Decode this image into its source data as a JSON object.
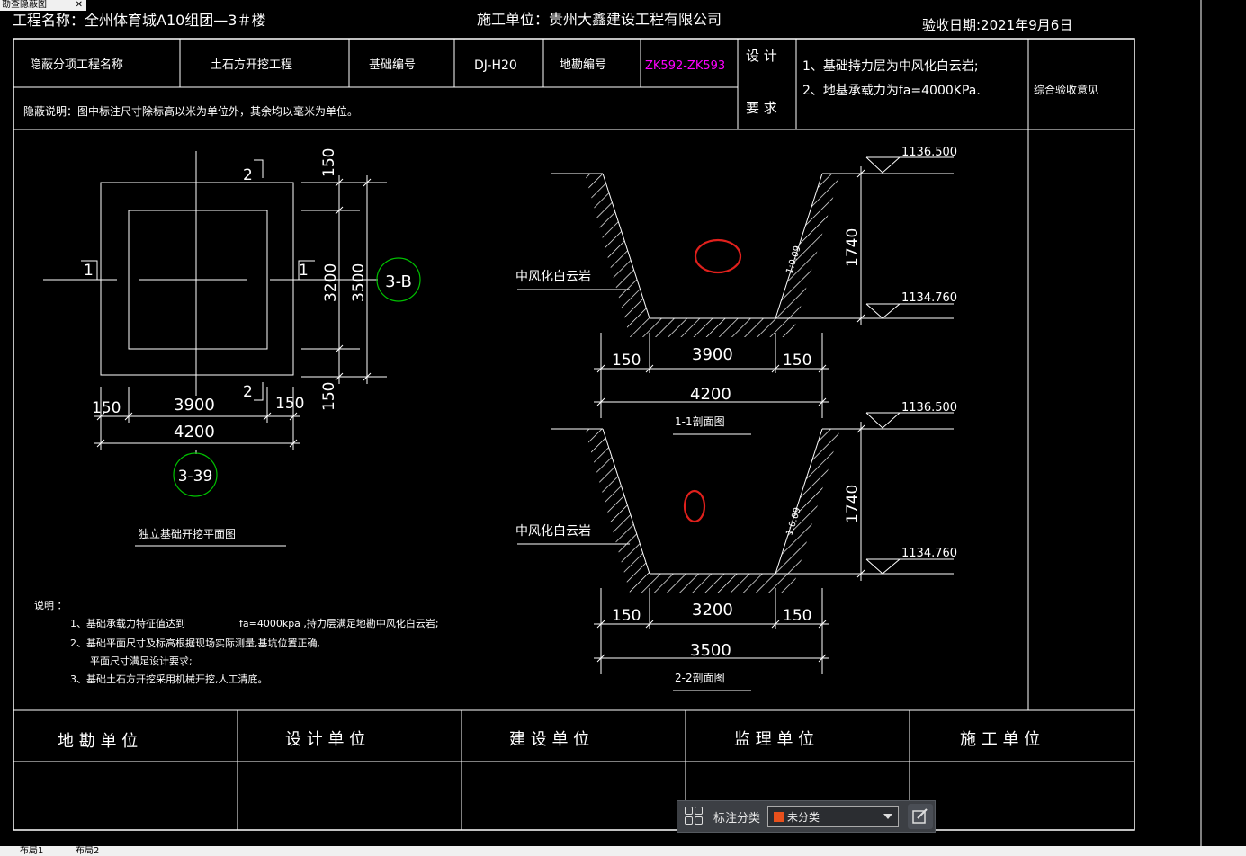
{
  "window": {
    "tab_title": "勘查隐蔽图",
    "close_glyph": "✕"
  },
  "header": {
    "project_name": "工程名称：全州体育城A10组团—3＃楼",
    "construction_unit": "施工单位：贵州大鑫建设工程有限公司",
    "acceptance_date": "验收日期:2021年9月6日"
  },
  "info_table": {
    "item_label": "隐蔽分项工程名称",
    "item_value": "土石方开挖工程",
    "foundation_no_label": "基础编号",
    "foundation_no_value": "DJ-H20",
    "survey_no_label": "地勘编号",
    "survey_no_value": "ZK592-ZK593",
    "design_label_1": "设 计",
    "design_label_2": "要 求",
    "design_req_1": "1、基础持力层为中风化白云岩;",
    "design_req_2": "2、地基承载力为fa=4000KPa.",
    "opinion_label": "综合验收意见",
    "note": "隐蔽说明：图中标注尺寸除标高以米为单位外，其余均以毫米为单位。"
  },
  "plan_view": {
    "dim_top": "150",
    "dim_mid": "3200",
    "dim_outer": "3500",
    "dim_bottom": "150",
    "dim_left": "150",
    "dim_inner": "3900",
    "dim_right": "150",
    "dim_total": "4200",
    "sec_mark_1_left": "1",
    "sec_mark_1_right": "1",
    "sec_mark_2_top": "2",
    "sec_mark_2_bottom": "2",
    "axis_right": "3-B",
    "axis_bottom": "3-39",
    "title": "独立基础开挖平面图"
  },
  "notes": {
    "heading": "说明 ：",
    "line1": "1、基础承载力特征值达到",
    "line1b": "fa=4000kpa ,持力层满足地勘中风化白云岩;",
    "line2": "2、基础平面尺寸及标高根据现场实际测量,基坑位置正确,",
    "line2b": "平面尺寸满足设计要求;",
    "line3": "3、基础土石方开挖采用机械开挖,人工清底。"
  },
  "section_1": {
    "elev_top": "1136.500",
    "elev_bottom": "1134.760",
    "depth": "1740",
    "slope": "1:0.09",
    "rock_label": "中风化白云岩",
    "dim_left": "150",
    "dim_bottom": "3900",
    "dim_right": "150",
    "dim_total": "4200",
    "title": "1-1剖面图"
  },
  "section_2": {
    "elev_top": "1136.500",
    "elev_bottom": "1134.760",
    "depth": "1740",
    "slope": "1:0.09",
    "rock_label": "中风化白云岩",
    "dim_left": "150",
    "dim_bottom": "3200",
    "dim_right": "150",
    "dim_total": "3500",
    "title": "2-2剖面图"
  },
  "sign_table": {
    "col1": "地 勘 单 位",
    "col2": "设 计 单 位",
    "col3": "建 设 单 位",
    "col4": "监 理 单 位",
    "col5": "施 工 单 位"
  },
  "annotation_toolbar": {
    "label": "标注分类",
    "selected": "未分类",
    "swatch_color": "#e8501c"
  },
  "layout_tabs": [
    "布局1",
    "布局2"
  ],
  "colors": {
    "axis_circle": "#00c000",
    "marker_red": "#e0201c",
    "survey_no": "#ff00ff"
  }
}
